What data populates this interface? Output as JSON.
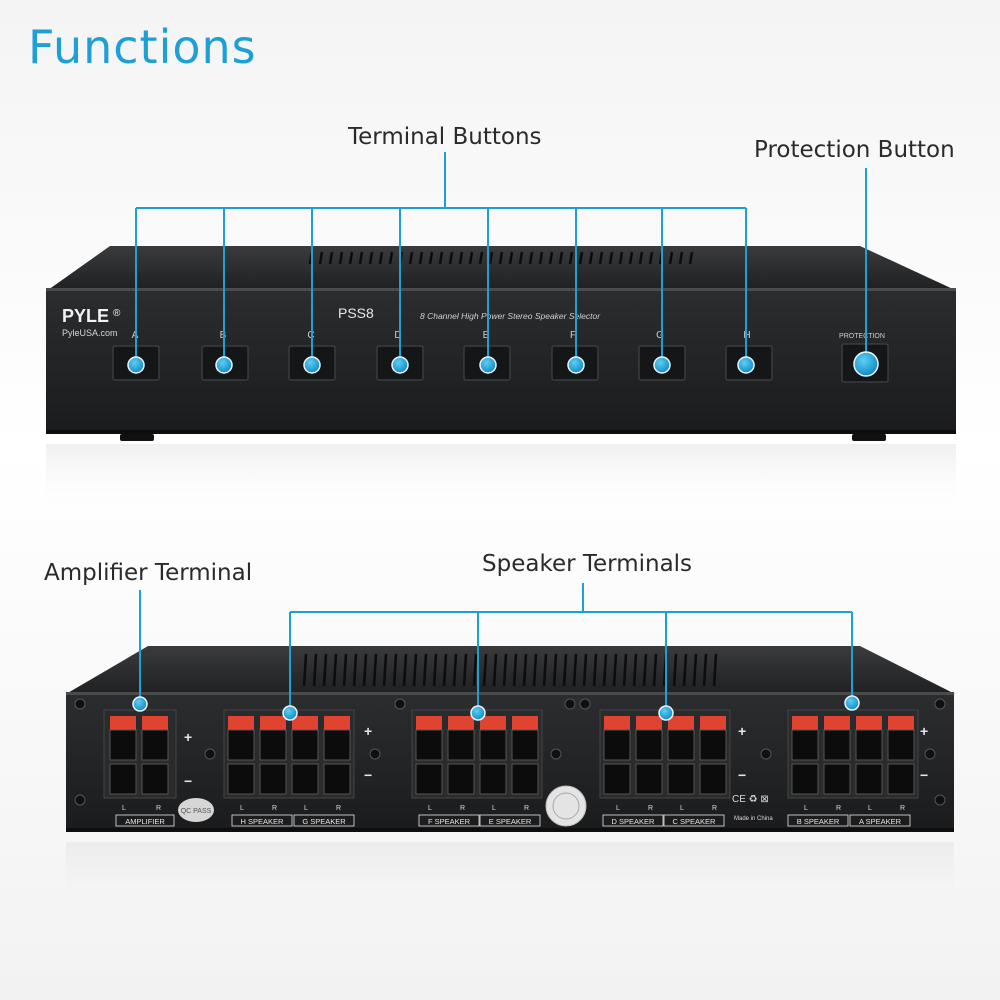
{
  "page": {
    "heading": "Functions",
    "accent_color": "#1e9fd6"
  },
  "callouts": {
    "terminal_buttons": "Terminal Buttons",
    "protection_button": "Protection Button",
    "amplifier_terminal": "Amplifier Terminal",
    "speaker_terminals": "Speaker Terminals"
  },
  "front_panel": {
    "brand": "PYLE",
    "registered_mark": "®",
    "website": "PyleUSA.com",
    "model": "PSS8",
    "description": "8 Channel High Power Stereo Speaker Selector",
    "protection_label": "PROTECTION",
    "buttons": [
      {
        "label": "A"
      },
      {
        "label": "B"
      },
      {
        "label": "C"
      },
      {
        "label": "D"
      },
      {
        "label": "E"
      },
      {
        "label": "F"
      },
      {
        "label": "G"
      },
      {
        "label": "H"
      }
    ]
  },
  "rear_panel": {
    "amplifier_label": "AMPLIFIER",
    "left_label": "L",
    "right_label": "R",
    "plus_label": "+",
    "minus_label": "−",
    "qc_label": "QC PASS",
    "made_in": "Made in China",
    "speaker_labels": [
      "H SPEAKER",
      "G SPEAKER",
      "F SPEAKER",
      "E SPEAKER",
      "D SPEAKER",
      "C SPEAKER",
      "B SPEAKER",
      "A SPEAKER"
    ]
  }
}
